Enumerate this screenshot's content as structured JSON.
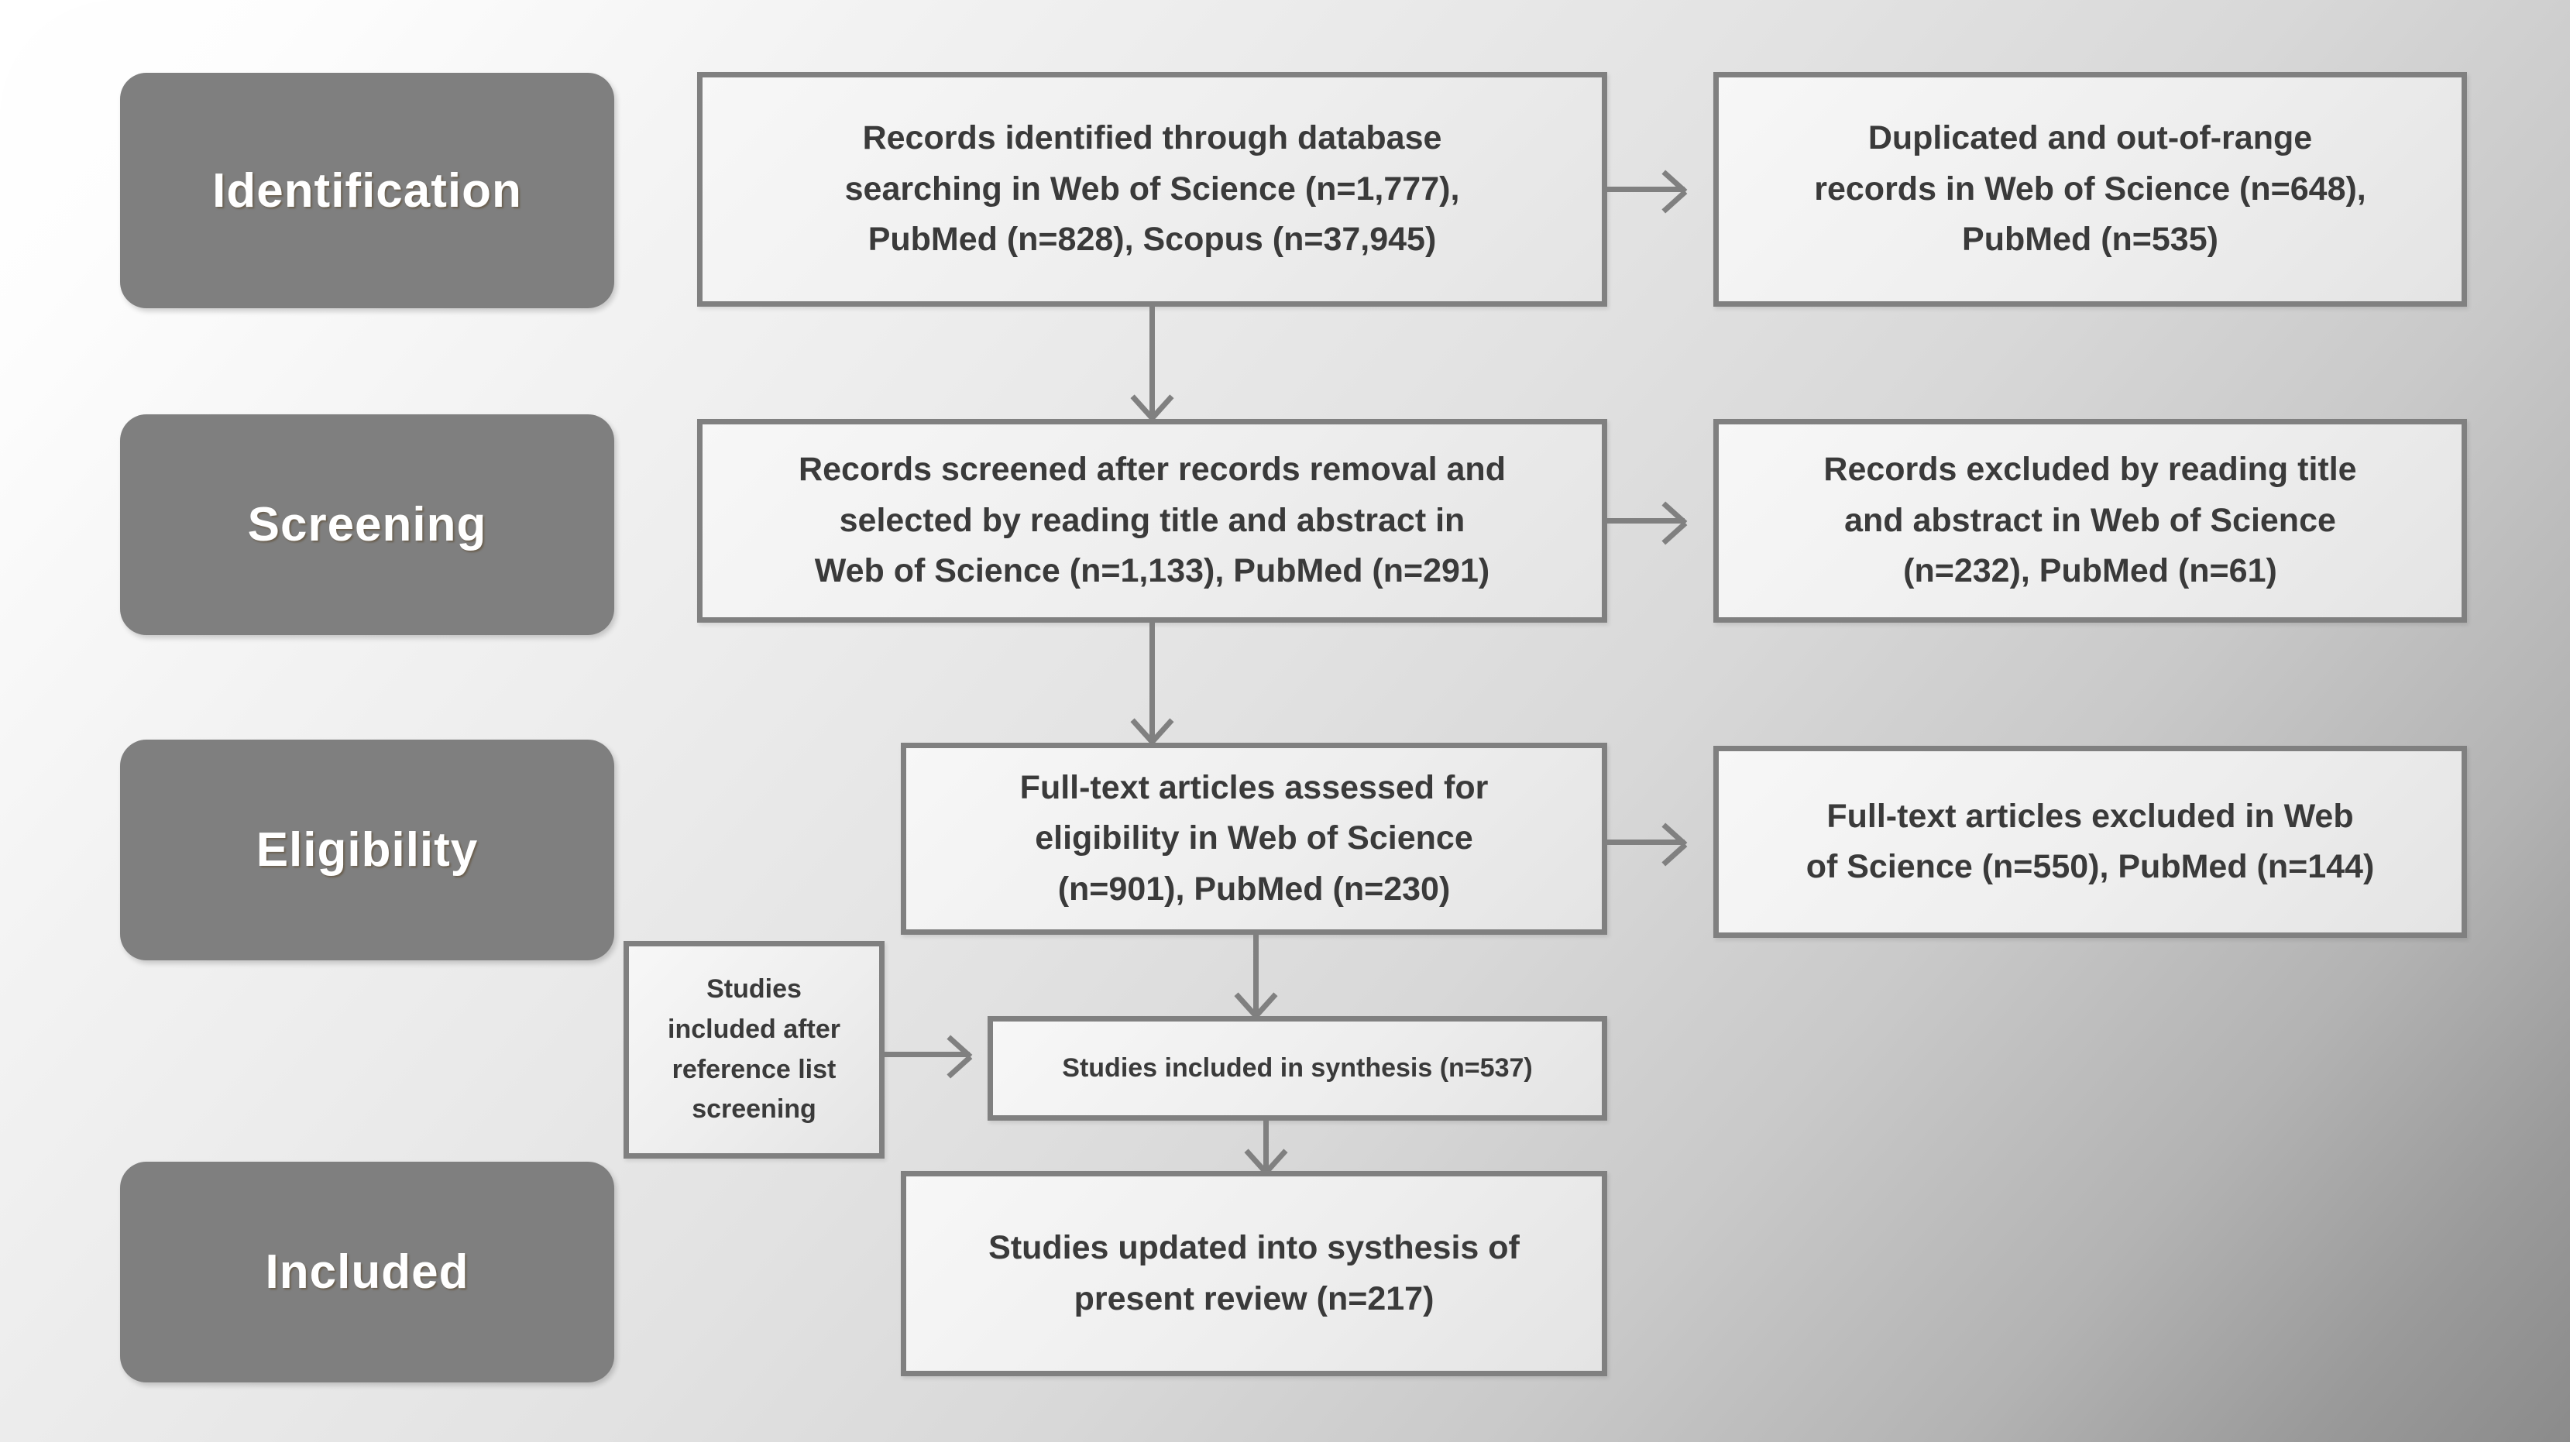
{
  "diagram": {
    "title": "PRISMA flow diagram of study selection",
    "colors": {
      "stage_pill_fill": "#7f7f7f",
      "stage_pill_text": "#ffffff",
      "box_border": "#808080",
      "box_fill": "#eeeeee",
      "box_text": "#3a3a3a",
      "connector": "#808080",
      "background_start": "#ffffff",
      "background_end": "#8b8b8b"
    },
    "stages": [
      {
        "id": "identification",
        "label": "Identification"
      },
      {
        "id": "screening",
        "label": "Screening"
      },
      {
        "id": "eligibility",
        "label": "Eligibility"
      },
      {
        "id": "included",
        "label": "Included"
      }
    ],
    "boxes": {
      "records_identified": {
        "lines": [
          "Records identified through database",
          "searching in Web of Science (n=1,777),",
          "PubMed (n=828),  Scopus (n=37,945)"
        ],
        "text": "Records identified through database searching in Web of Science (n=1,777), PubMed (n=828),  Scopus (n=37,945)"
      },
      "records_duplicated": {
        "lines": [
          "Duplicated and out-of-range",
          "records in Web of Science (n=648),",
          "PubMed (n=535)"
        ],
        "text": "Duplicated and out-of-range records in Web of Science (n=648), PubMed (n=535)"
      },
      "records_screened": {
        "lines": [
          "Records screened after records removal and",
          "selected by reading title and abstract in",
          "Web of Science (n=1,133), PubMed (n=291)"
        ],
        "text": "Records screened after records removal and selected by reading title and abstract in Web of Science (n=1,133), PubMed (n=291)"
      },
      "records_excluded": {
        "lines": [
          "Records excluded by reading title",
          "and abstract in Web of Science",
          "(n=232), PubMed (n=61)"
        ],
        "text": "Records excluded by reading title and abstract in Web of Science (n=232), PubMed (n=61)"
      },
      "fulltext_assessed": {
        "lines": [
          "Full-text articles assessed for",
          "eligibility in Web of Science",
          "(n=901), PubMed (n=230)"
        ],
        "text": "Full-text articles assessed for eligibility in Web of Science (n=901), PubMed (n=230)"
      },
      "fulltext_excluded": {
        "lines": [
          "Full-text articles excluded in Web",
          "of Science (n=550), PubMed (n=144)"
        ],
        "text": "Full-text articles excluded in Web of Science (n=550), PubMed (n=144)"
      },
      "reference_list": {
        "lines": [
          "Studies",
          "included after",
          "reference list",
          "screening"
        ],
        "text": "Studies included after reference list screening"
      },
      "included_synthesis": {
        "lines": [
          "Studies included in synthesis (n=537)"
        ],
        "text": "Studies included in synthesis (n=537)"
      },
      "updated_synthesis": {
        "lines": [
          "Studies updated into systhesis of",
          "present review (n=217)"
        ],
        "text": "Studies updated into systhesis of present review (n=217)"
      }
    },
    "counts": {
      "web_of_science_identified": "1,777",
      "pubmed_identified": "828",
      "scopus_identified": "37,945",
      "web_of_science_duplicated": "648",
      "pubmed_duplicated": "535",
      "web_of_science_screened": "1,133",
      "pubmed_screened": "291",
      "web_of_science_excluded_title_abstract": "232",
      "pubmed_excluded_title_abstract": "61",
      "web_of_science_fulltext": "901",
      "pubmed_fulltext": "230",
      "web_of_science_fulltext_excluded": "550",
      "pubmed_fulltext_excluded": "144",
      "included_in_synthesis": "537",
      "updated_present_review": "217"
    }
  }
}
